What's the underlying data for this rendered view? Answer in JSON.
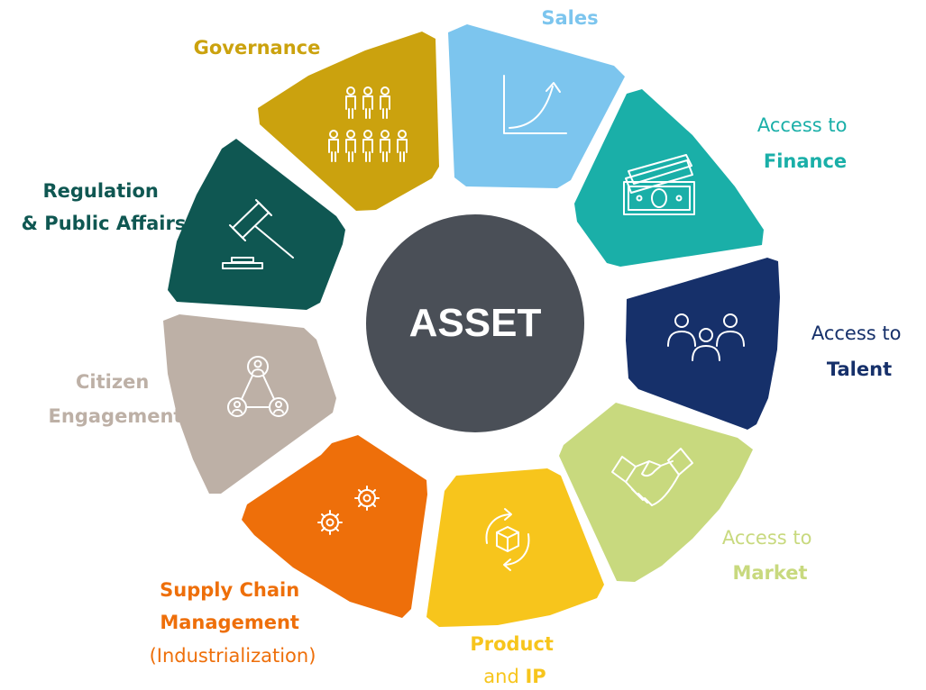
{
  "center": {
    "label": "ASSET",
    "color": "#4a4f57"
  },
  "segments": [
    {
      "id": "sales",
      "color": "#7cc5ee",
      "icon": "growth-chart-icon",
      "lines": [
        [
          {
            "text": "Sales",
            "bold": true
          }
        ]
      ]
    },
    {
      "id": "access-to-finance",
      "color": "#1aafa8",
      "icon": "banknotes-icon",
      "lines": [
        [
          {
            "text": "Access to",
            "bold": false
          }
        ],
        [
          {
            "text": "Finance",
            "bold": true
          }
        ]
      ]
    },
    {
      "id": "access-to-talent",
      "color": "#16306a",
      "icon": "people-group-icon",
      "lines": [
        [
          {
            "text": "Access to",
            "bold": false
          }
        ],
        [
          {
            "text": "Talent",
            "bold": true
          }
        ]
      ]
    },
    {
      "id": "access-to-market",
      "color": "#c8d97e",
      "icon": "handshake-icon",
      "lines": [
        [
          {
            "text": "Access to",
            "bold": false
          }
        ],
        [
          {
            "text": "Market",
            "bold": true
          }
        ]
      ]
    },
    {
      "id": "product-and-ip",
      "color": "#f7c51c",
      "icon": "package-cycle-icon",
      "lines": [
        [
          {
            "text": "Product",
            "bold": true
          }
        ],
        [
          {
            "text": "and ",
            "bold": false
          },
          {
            "text": "IP",
            "bold": true
          }
        ]
      ]
    },
    {
      "id": "supply-chain-management",
      "color": "#ee6f0a",
      "icon": "gears-icon",
      "lines": [
        [
          {
            "text": "Supply Chain",
            "bold": true
          }
        ],
        [
          {
            "text": "Management",
            "bold": true
          }
        ],
        [
          {
            "text": "(Industrialization)",
            "bold": false
          }
        ]
      ]
    },
    {
      "id": "citizen-engagement",
      "color": "#bdb0a6",
      "icon": "network-people-icon",
      "lines": [
        [
          {
            "text": "Citizen",
            "bold": true
          }
        ],
        [
          {
            "text": "Engagement",
            "bold": true
          }
        ]
      ]
    },
    {
      "id": "regulation-public-affairs",
      "color": "#0f5752",
      "icon": "gavel-icon",
      "lines": [
        [
          {
            "text": "Regulation",
            "bold": true
          }
        ],
        [
          {
            "text": "& Public Affairs",
            "bold": true
          }
        ]
      ]
    },
    {
      "id": "governance",
      "color": "#cba20e",
      "icon": "people-rows-icon",
      "lines": [
        [
          {
            "text": "Governance",
            "bold": true
          }
        ]
      ]
    }
  ]
}
